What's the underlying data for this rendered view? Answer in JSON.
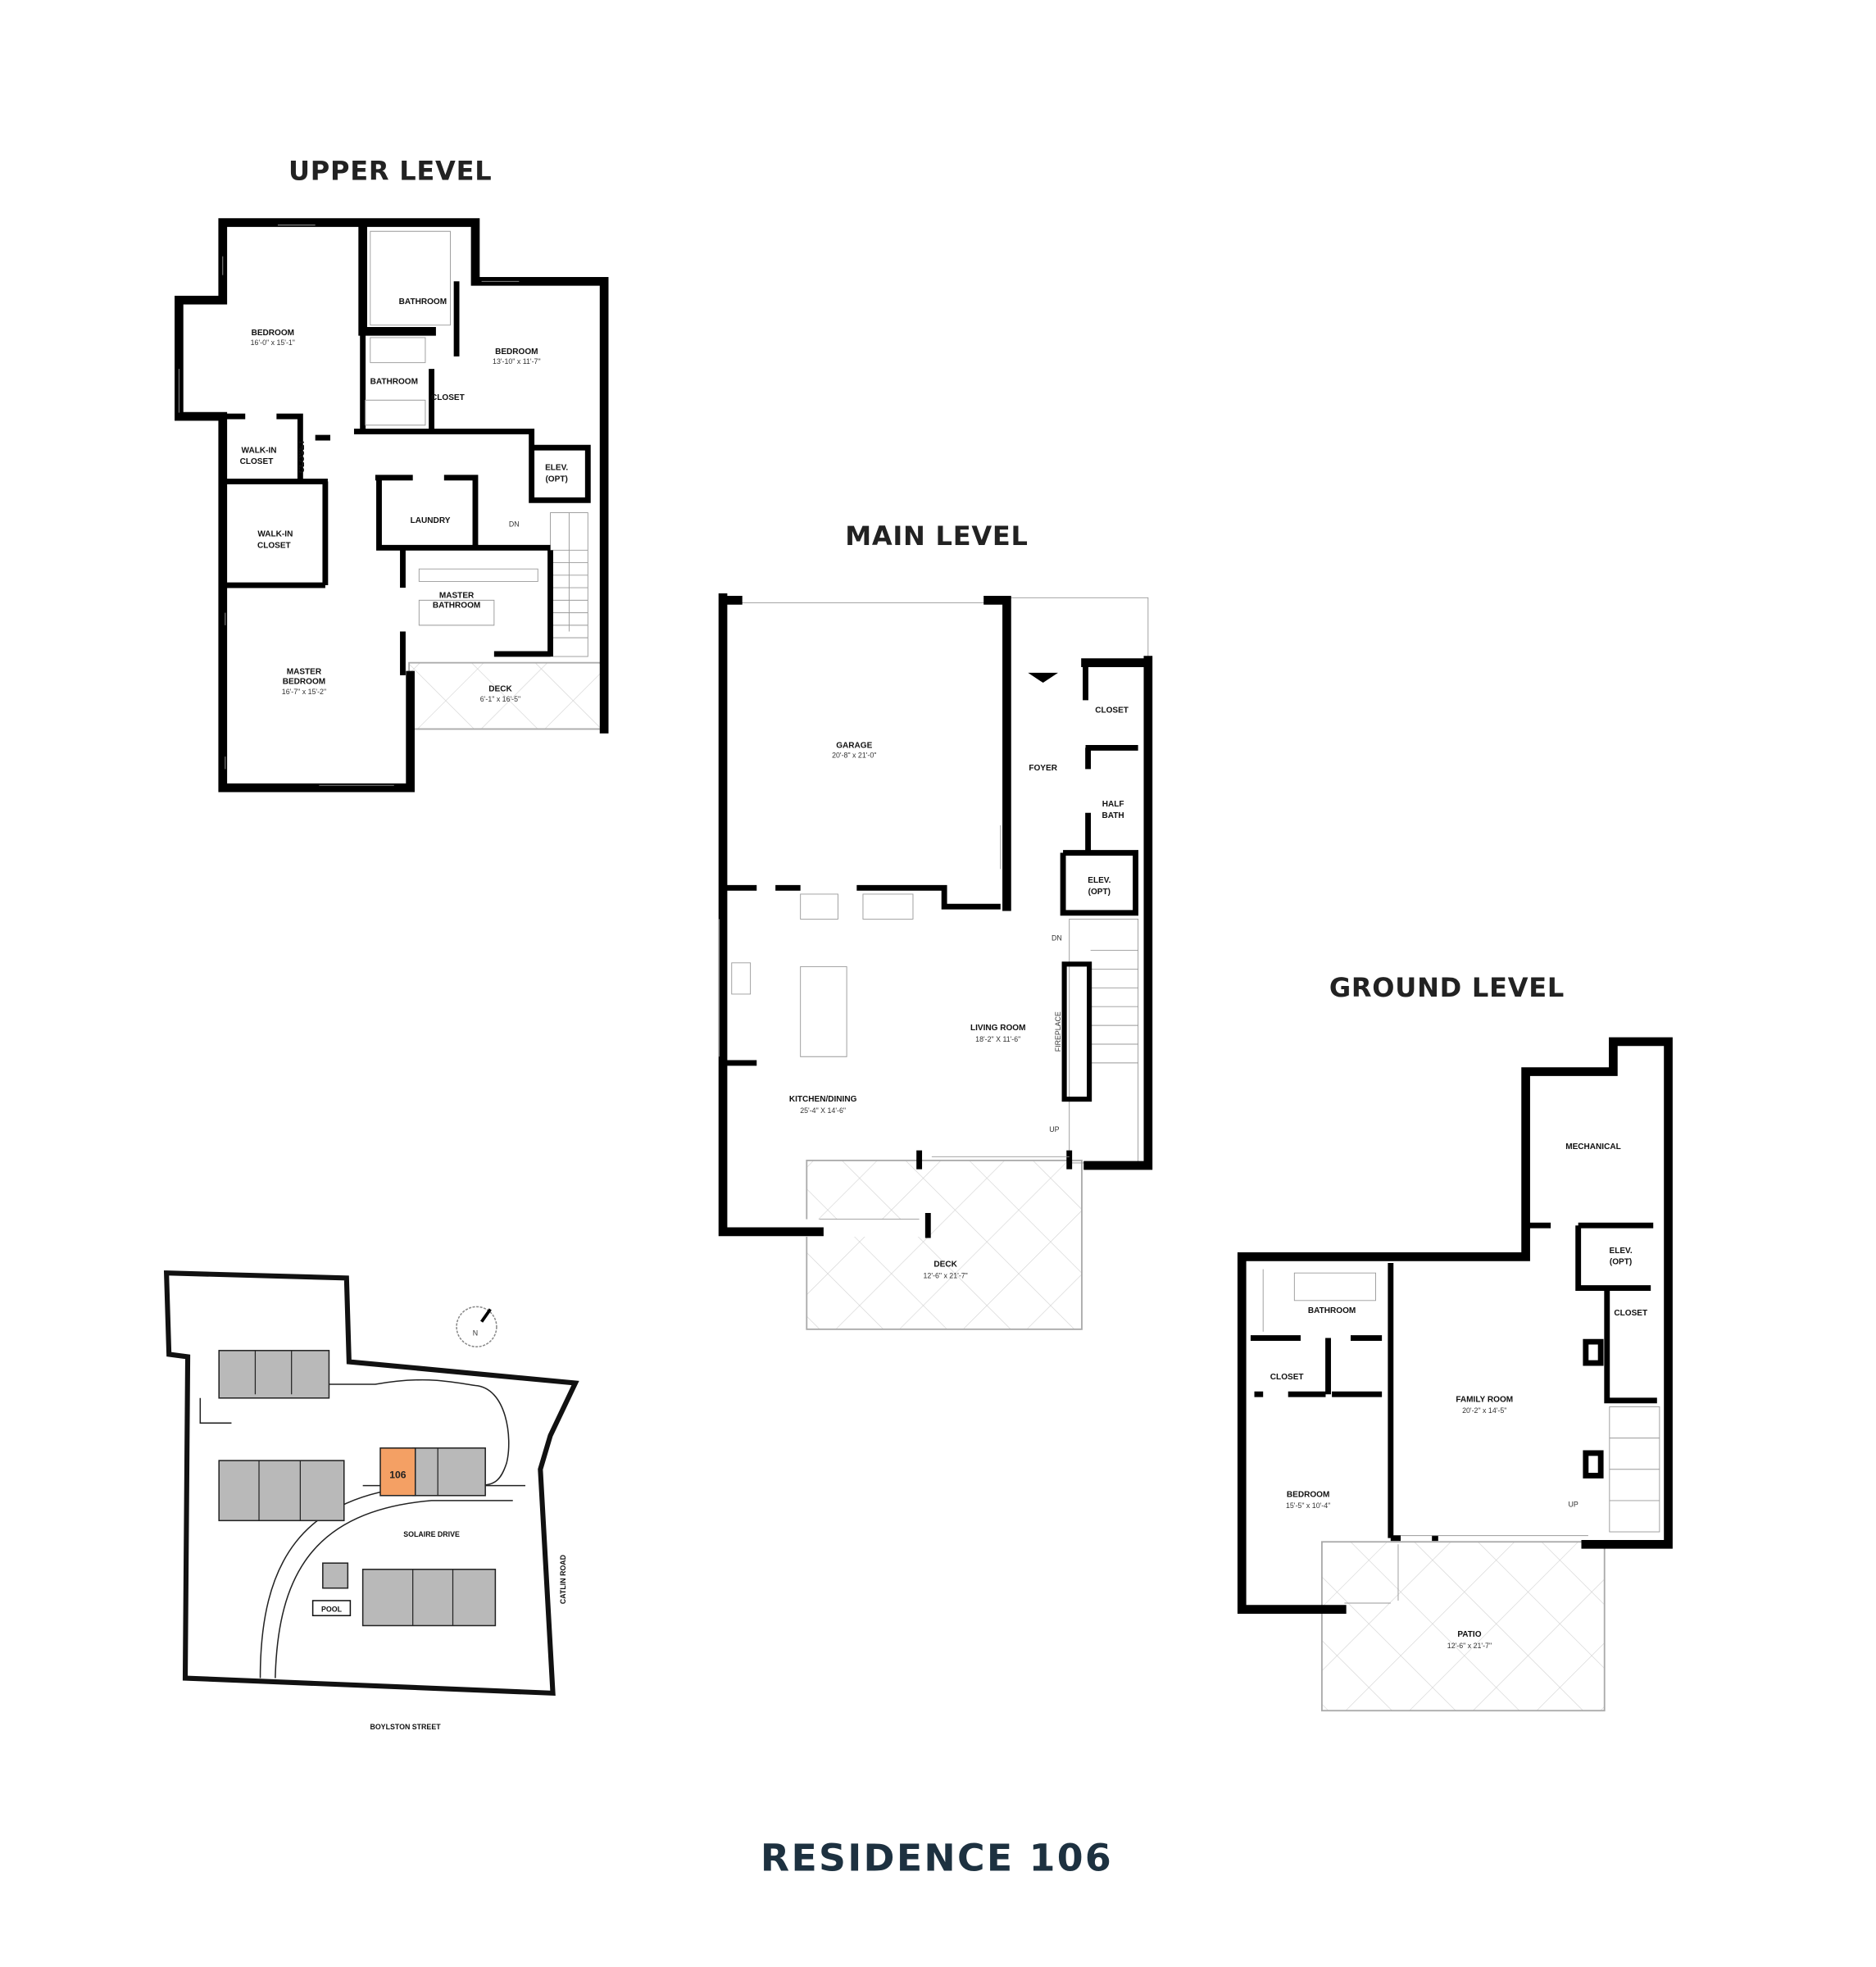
{
  "title": "RESIDENCE 106",
  "upper_level": {
    "heading": "UPPER LEVEL",
    "rooms": [
      {
        "name": "BEDROOM",
        "size": "16'-0\" x 15'-1\""
      },
      {
        "name": "BATHROOM"
      },
      {
        "name": "BEDROOM",
        "size": "13'-10\" x 11'-7\""
      },
      {
        "name": "BATHROOM"
      },
      {
        "name": "CLOSET"
      },
      {
        "name": "WALK-IN",
        "name2": "CLOSET"
      },
      {
        "name": "CLOSET"
      },
      {
        "name": "ELEV.",
        "name2": "(OPT)"
      },
      {
        "name": "LAUNDRY"
      },
      {
        "name": "WALK-IN",
        "name2": "CLOSET"
      },
      {
        "name": "MASTER",
        "name2": "BATHROOM"
      },
      {
        "name": "MASTER",
        "name2": "BEDROOM",
        "size": "16'-7\" x 15'-2\""
      },
      {
        "name": "DECK",
        "size": "6'-1\" x 16'-5\""
      }
    ],
    "stair_label": "DN"
  },
  "main_level": {
    "heading": "MAIN LEVEL",
    "rooms": [
      {
        "name": "GARAGE",
        "size": "20'-8\" x 21'-0\""
      },
      {
        "name": "CLOSET"
      },
      {
        "name": "FOYER"
      },
      {
        "name": "HALF",
        "name2": "BATH"
      },
      {
        "name": "ELEV.",
        "name2": "(OPT)"
      },
      {
        "name": "LIVING ROOM",
        "size": "18'-2\" X 11'-6\""
      },
      {
        "name": "FIREPLACE"
      },
      {
        "name": "KITCHEN/DINING",
        "size": "25'-4\" X 14'-6\""
      },
      {
        "name": "DECK",
        "size": "12'-6\" x 21'-7\""
      }
    ],
    "stair_down": "DN",
    "stair_up": "UP"
  },
  "ground_level": {
    "heading": "GROUND LEVEL",
    "rooms": [
      {
        "name": "MECHANICAL"
      },
      {
        "name": "ELEV.",
        "name2": "(OPT)"
      },
      {
        "name": "BATHROOM"
      },
      {
        "name": "CLOSET"
      },
      {
        "name": "CLOSET"
      },
      {
        "name": "FAMILY ROOM",
        "size": "20'-2\" x 14'-5\""
      },
      {
        "name": "BEDROOM",
        "size": "15'-5\" x 10'-4\""
      },
      {
        "name": "PATIO",
        "size": "12'-6\" x 21'-7\""
      }
    ],
    "stair_up": "UP"
  },
  "site_plan": {
    "unit_label": "106",
    "drive": "SOLAIRE DRIVE",
    "road": "CATLIN ROAD",
    "street": "BOYLSTON STREET",
    "pool": "POOL",
    "north": "N",
    "highlight_color": "#f4a064",
    "building_color": "#b9b9b9"
  }
}
